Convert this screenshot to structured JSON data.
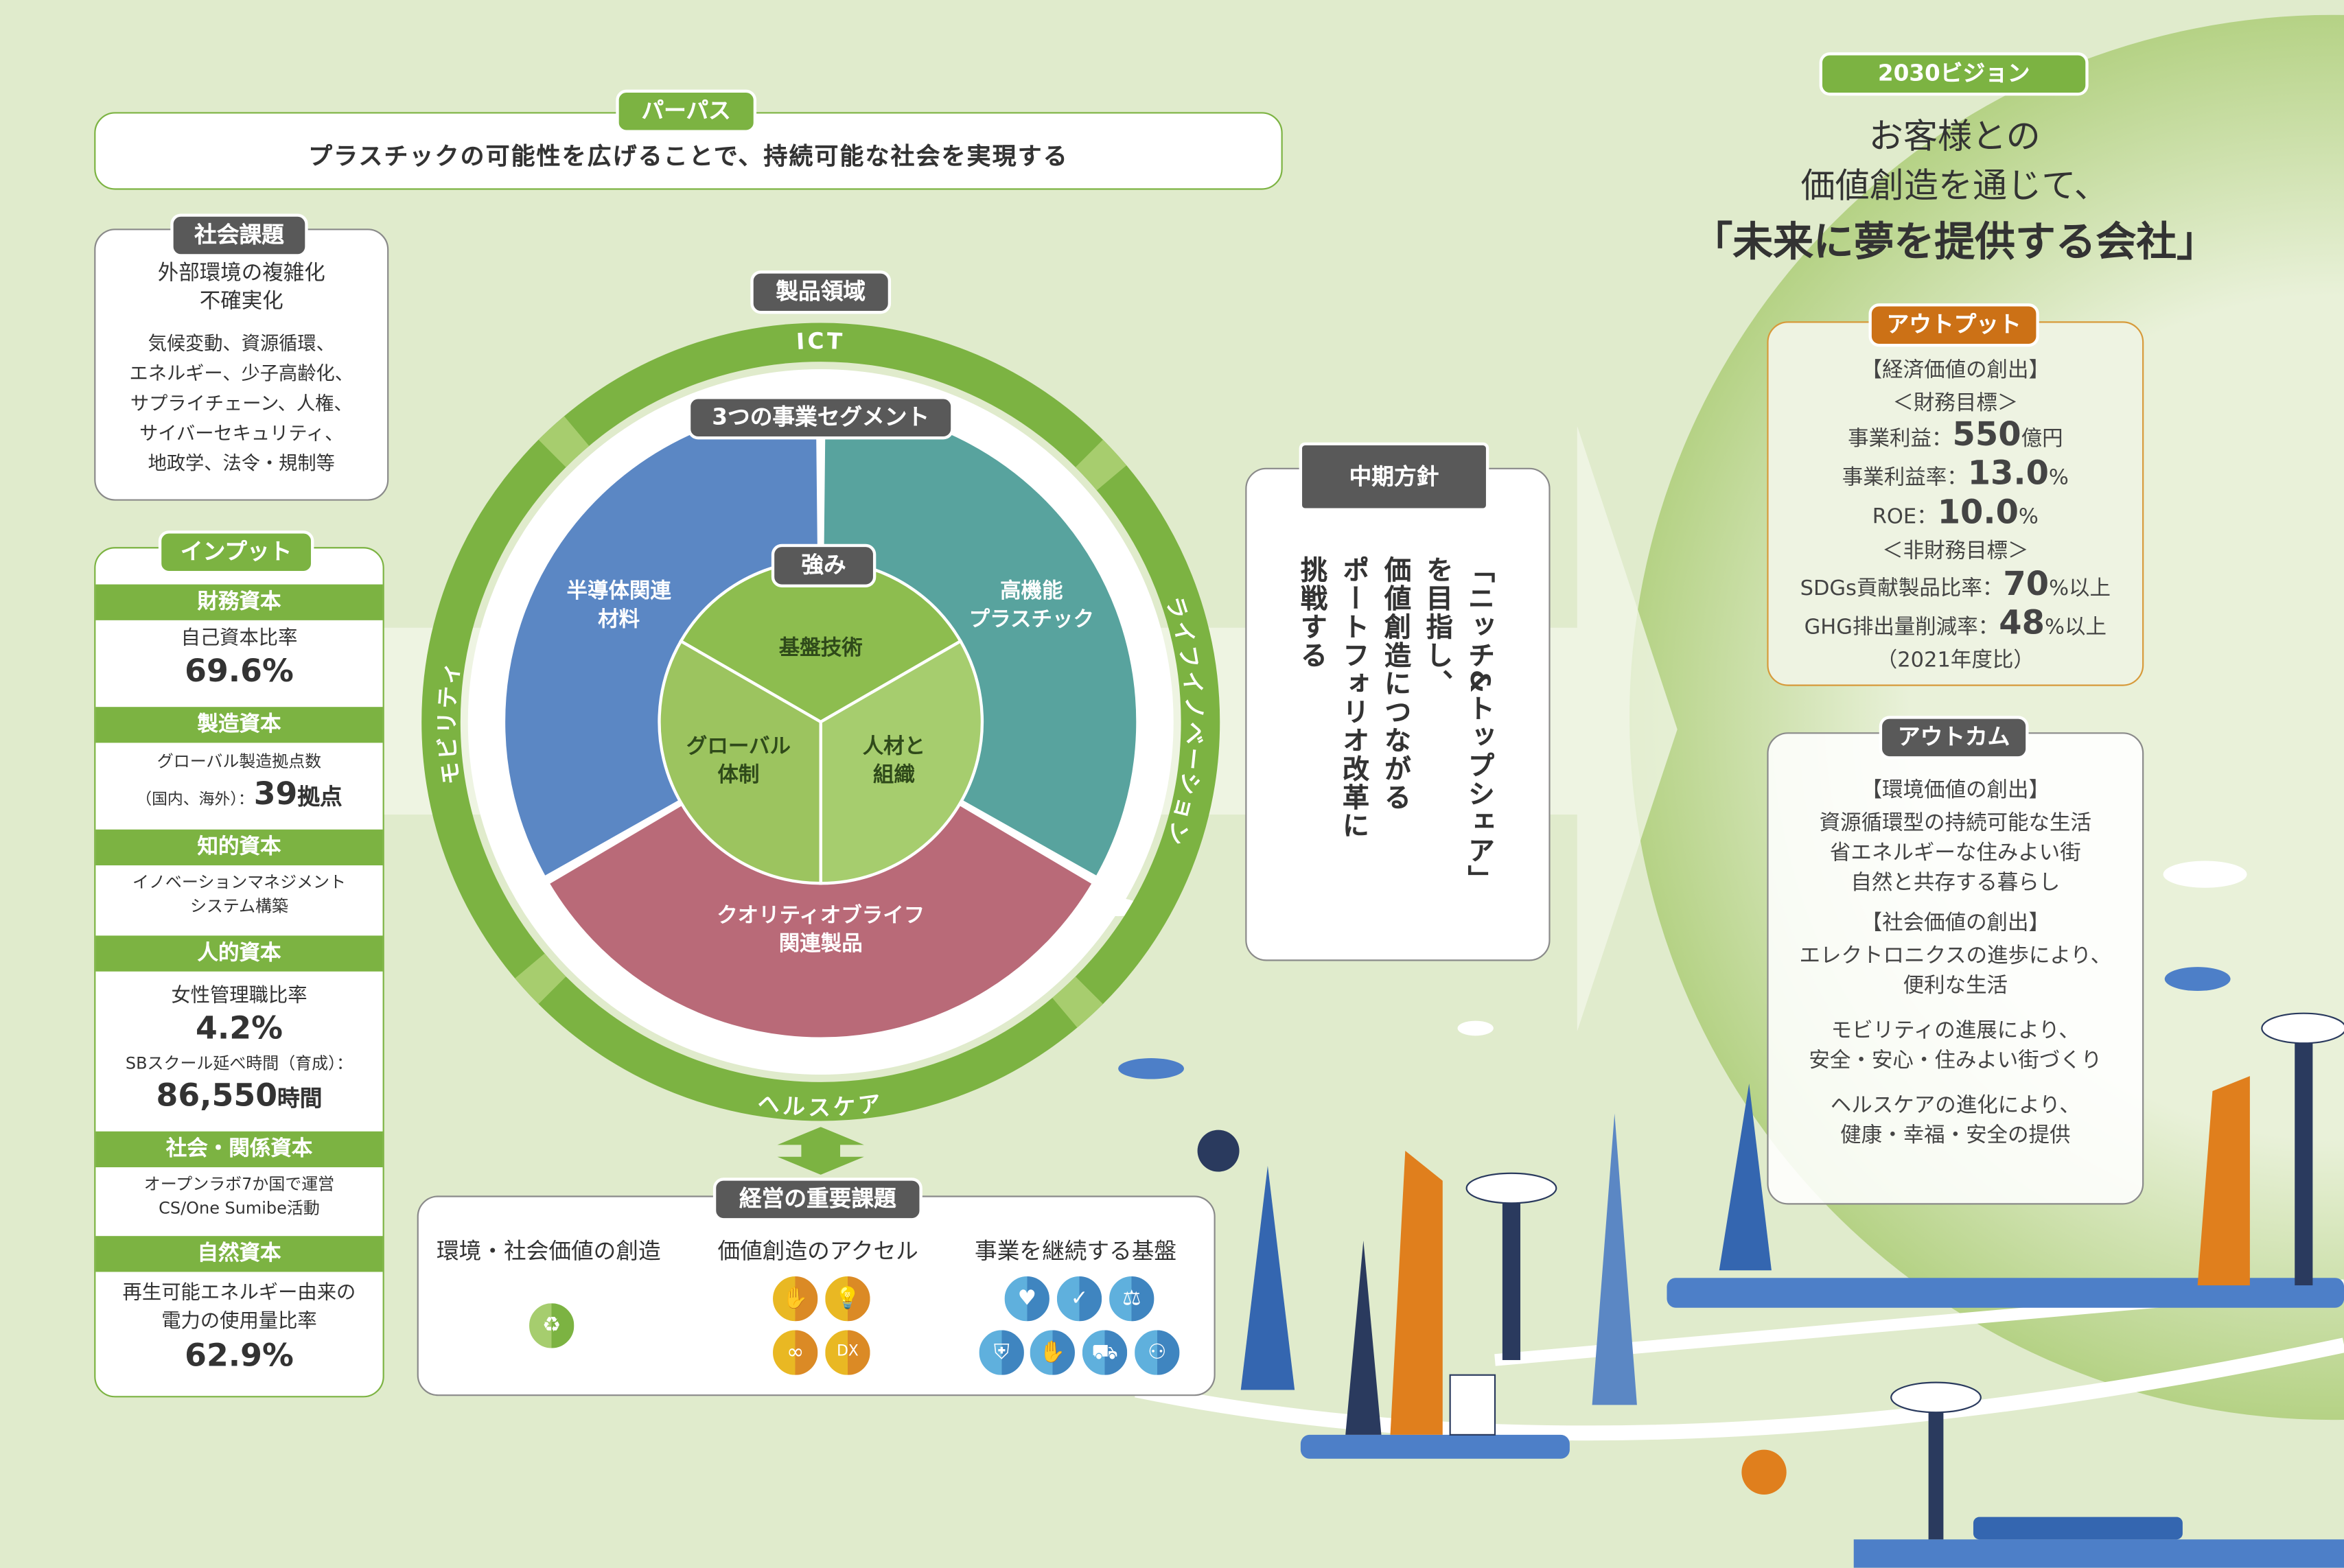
{
  "purpose": {
    "tab": "パーパス",
    "text": "プラスチックの可能性を広げることで、持続可能な社会を実現する"
  },
  "social_issues": {
    "tab": "社会課題",
    "headline": [
      "外部環境の複雑化",
      "不確実化"
    ],
    "items": [
      "気候変動、資源循環、",
      "エネルギー、少子高齢化、",
      "サプライチェーン、人権、",
      "サイバーセキュリティ、",
      "地政学、法令・規制等"
    ]
  },
  "input": {
    "tab": "インプット",
    "capitals": [
      {
        "title": "財務資本",
        "lines": [
          "自己資本比率"
        ],
        "value": "69.6%"
      },
      {
        "title": "製造資本",
        "lines": [
          "グローバル製造拠点数"
        ],
        "prefix": "（国内、海外）：",
        "value": "39",
        "unit": "拠点"
      },
      {
        "title": "知的資本",
        "lines": [
          "イノベーションマネジメント",
          "システム構築"
        ]
      },
      {
        "title": "人的資本",
        "lines": [
          "女性管理職比率"
        ],
        "value": "4.2%",
        "sub": "SBスクール延べ時間（育成）：",
        "value2": "86,550",
        "unit2": "時間"
      },
      {
        "title": "社会・関係資本",
        "lines": [
          "オープンラボ7か国で運営",
          "CS/One Sumibe活動"
        ]
      },
      {
        "title": "自然資本",
        "lines": [
          "再生可能エネルギー由来の",
          "電力の使用量比率"
        ],
        "value": "62.9%"
      }
    ]
  },
  "product_fields": {
    "tab": "製品領域",
    "ring_labels": {
      "top": "ICT",
      "right": "ライフイノベーション",
      "bottom": "ヘルスケア",
      "left": "モビリティ"
    }
  },
  "segments": {
    "tab": "3つの事業セグメント",
    "items": [
      {
        "label": "半導体関連\n材料",
        "color": "#5b87c4"
      },
      {
        "label": "高機能\nプラスチック",
        "color": "#58a39e"
      },
      {
        "label": "クオリティオブライフ\n関連製品",
        "color": "#b96a78"
      }
    ]
  },
  "strengths": {
    "tab": "強み",
    "items": [
      "基盤技術",
      "人材と\n組織",
      "グローバル\n体制"
    ]
  },
  "mid_term": {
    "tab": "中期方針",
    "columns": [
      "「ニッチ&トップシェア」",
      "を目指し、",
      "価値創造につながる",
      "ポートフォリオ改革に",
      "挑戦する"
    ]
  },
  "materiality": {
    "tab": "経営の重要課題",
    "groups": [
      {
        "title": "環境・社会価値の創造",
        "icons": [
          "wind-solar-recycle-icon"
        ]
      },
      {
        "title": "価値創造のアクセル",
        "icons": [
          "handshake-icon",
          "lightbulb-head-icon",
          "people-infinity-icon",
          "dx-chip-icon"
        ]
      },
      {
        "title": "事業を継続する基盤",
        "icons": [
          "heart-plus-icon",
          "magnifier-check-icon",
          "scales-icon",
          "security-shield-icon",
          "hands-people-icon",
          "supply-chain-icon",
          "network-people-icon"
        ]
      }
    ]
  },
  "vision": {
    "tab": "2030ビジョン",
    "lines": [
      "お客様との",
      "価値創造を通じて、",
      "「未来に夢を提供する会社」"
    ]
  },
  "output": {
    "tab": "アウトプット",
    "economic": "【経済価値の創出】",
    "fin_head": "＜財務目標＞",
    "rows": [
      {
        "label": "事業利益：",
        "value": "550",
        "unit": "億円"
      },
      {
        "label": "事業利益率：",
        "value": "13.0",
        "unit": "%"
      },
      {
        "label": "ROE：",
        "value": "10.0",
        "unit": "%"
      }
    ],
    "nonfin_head": "＜非財務目標＞",
    "rows2": [
      {
        "label": "SDGs貢献製品比率：",
        "value": "70",
        "unit": "%以上"
      },
      {
        "label": "GHG排出量削減率：",
        "value": "48",
        "unit": "%以上"
      }
    ],
    "note": "（2021年度比）"
  },
  "outcome": {
    "tab": "アウトカム",
    "env_head": "【環境価値の創出】",
    "env": [
      "資源循環型の持続可能な生活",
      "省エネルギーな住みよい街",
      "自然と共存する暮らし"
    ],
    "soc_head": "【社会価値の創出】",
    "soc": [
      [
        "エレクトロニクスの進歩により、",
        "便利な生活"
      ],
      [
        "モビリティの進展により、",
        "安全・安心・住みよい街づくり"
      ],
      [
        "ヘルスケアの進化により、",
        "健康・幸福・安全の提供"
      ]
    ]
  },
  "colors": {
    "green": "#7cb342",
    "dark": "#595959",
    "orange": "#cc7116",
    "bg": "#e0ebcc",
    "blue": "#5b87c4",
    "teal": "#58a39e",
    "pink": "#b96a78",
    "inner": "#9cc45f"
  }
}
